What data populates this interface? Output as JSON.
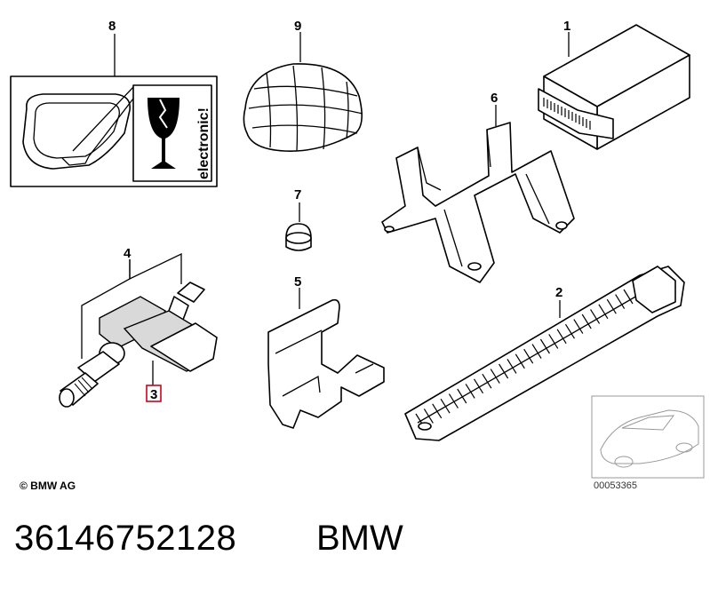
{
  "callouts": {
    "n1": "1",
    "n2": "2",
    "n3": "3",
    "n4": "4",
    "n5": "5",
    "n6": "6",
    "n7": "7",
    "n8": "8",
    "n9": "9"
  },
  "label_box": {
    "text": "electronic!"
  },
  "copyright": "© BMW AG",
  "ref_code": "00053365",
  "part_number": "36146752128",
  "brand": "BMW",
  "colors": {
    "highlight": "#d0021b"
  }
}
